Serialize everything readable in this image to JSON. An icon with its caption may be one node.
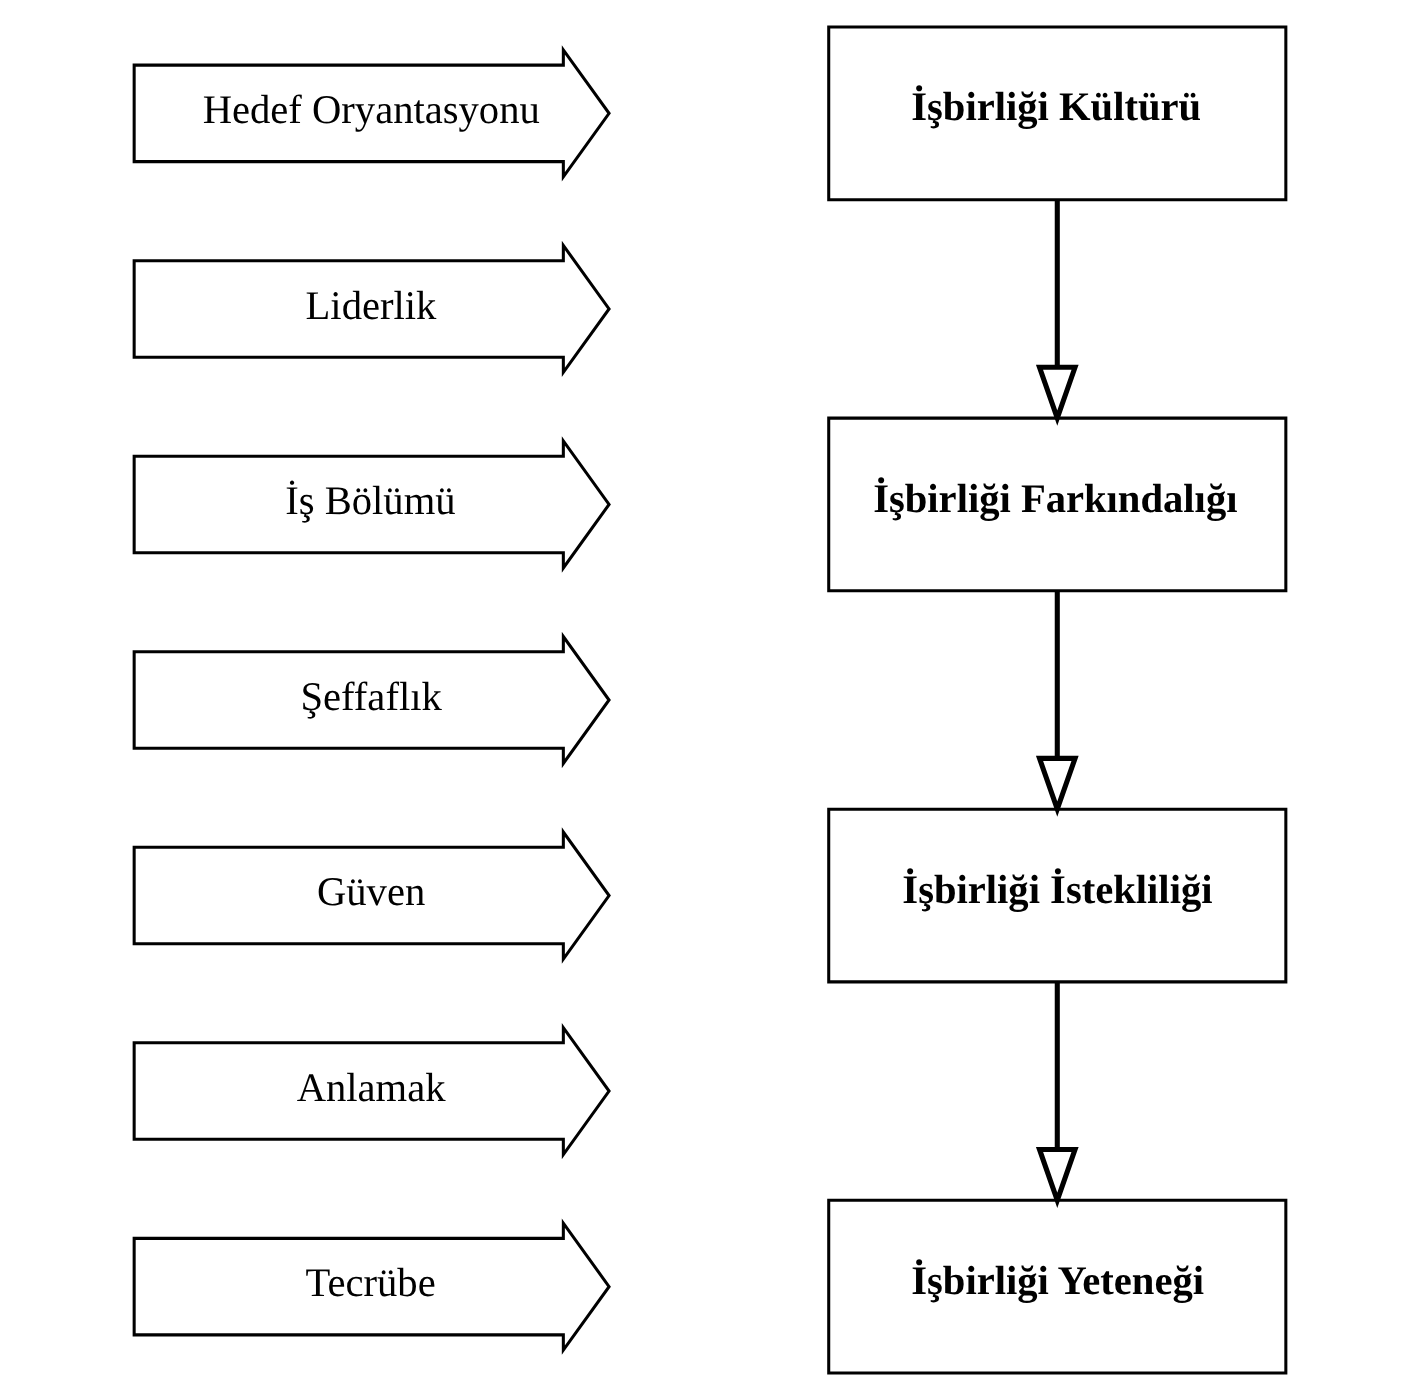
{
  "diagram": {
    "nodes": [
      {
        "text": [
          "Hedef Oryantasyonu"
        ]
      },
      {
        "text": [
          "Liderlik"
        ]
      },
      {
        "text": [
          "İş Bölümü"
        ]
      },
      {
        "text": [
          "Şeffaflık"
        ]
      },
      {
        "text": [
          "Güven"
        ]
      },
      {
        "text": [
          "Anlamak"
        ]
      },
      {
        "text": [
          "Tecrübe"
        ]
      },
      {
        "text": [
          "İşbirliği Kültürü"
        ]
      },
      {
        "text": [
          "İşbirliği Farkındalığı"
        ]
      },
      {
        "text": [
          "İşbirliği İstekliliği"
        ]
      },
      {
        "text": [
          "İşbirliği Yeteneği"
        ]
      }
    ],
    "edges": [
      {
        "from": 7,
        "to": 8,
        "arrow": "to"
      },
      {
        "from": 8,
        "to": 9,
        "arrow": "to"
      },
      {
        "from": 9,
        "to": 10,
        "arrow": "to"
      }
    ]
  }
}
